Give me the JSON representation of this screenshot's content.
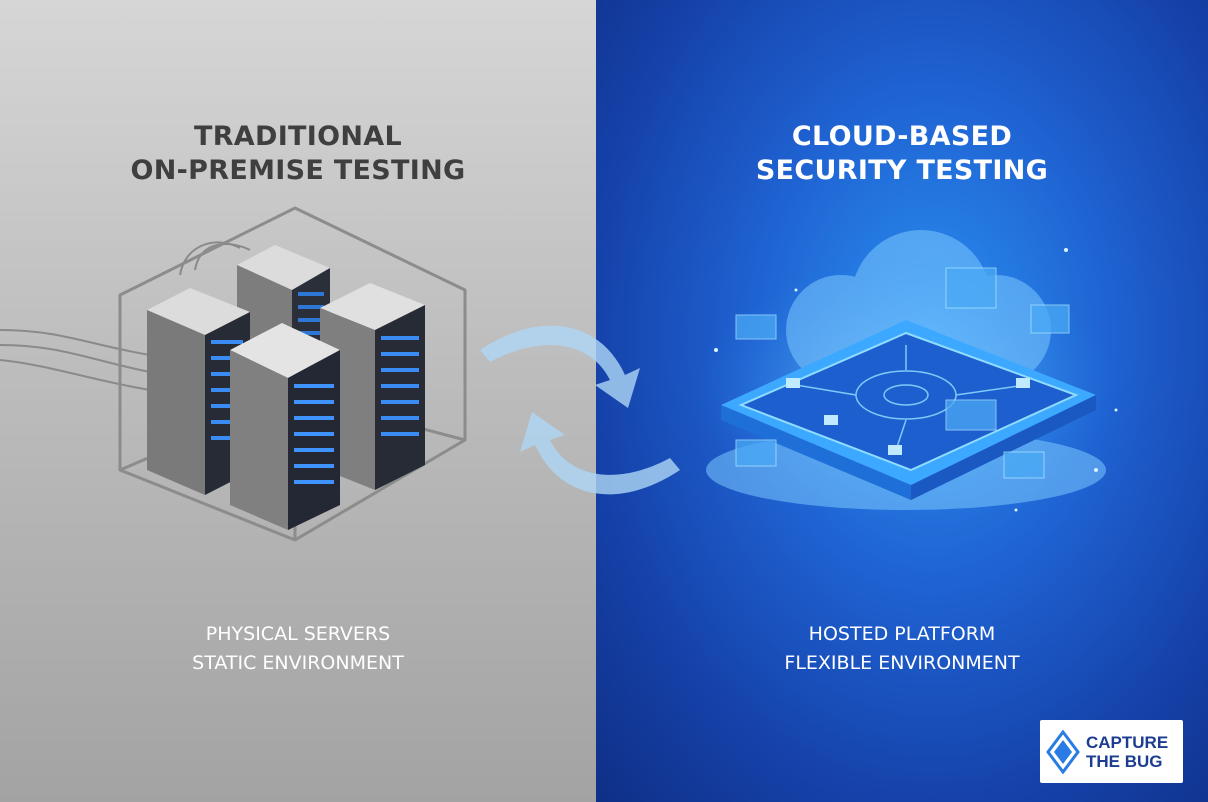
{
  "left": {
    "title_line1": "TRADITIONAL",
    "title_line2": "ON-PREMISE TESTING",
    "caption_line1": "PHYSICAL SERVERS",
    "caption_line2": "STATIC ENVIRONMENT",
    "background": "#bdbdbd"
  },
  "right": {
    "title_line1": "CLOUD-BASED",
    "title_line2": "SECURITY TESTING",
    "caption_line1": "HOSTED PLATFORM",
    "caption_line2": "FLEXIBLE ENVIRONMENT",
    "background": "#1f62d2"
  },
  "logo": {
    "line1": "CAPTURE",
    "line2": "THE BUG",
    "color": "#1c3d8f"
  },
  "icons": [
    "server-rack-icon",
    "cloud-platform-icon",
    "sync-arrows-icon",
    "capture-the-bug-logo-icon"
  ]
}
